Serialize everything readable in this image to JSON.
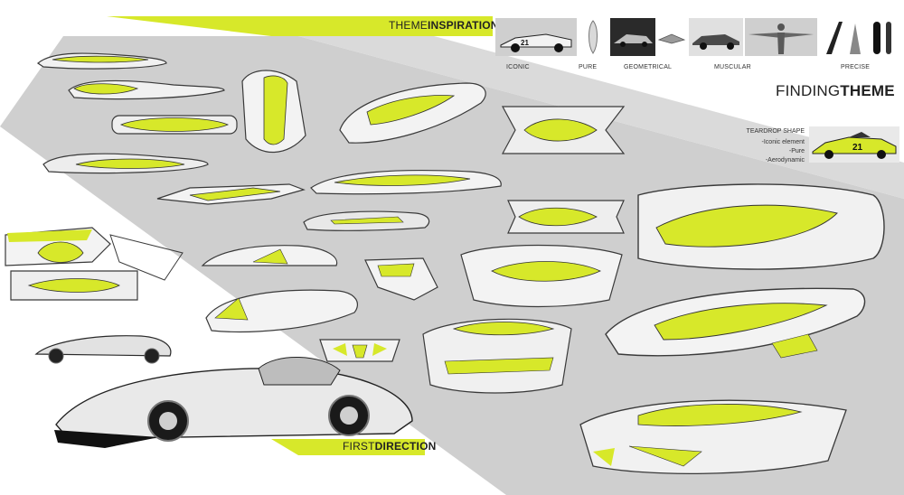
{
  "board": {
    "accent_color": "#d7e82a",
    "band_color": "#c9c9c9",
    "sketch_stroke_color": "#3a3a3a"
  },
  "theme_inspiration": {
    "title_light": "THEME",
    "title_bold": "INSPIRATION",
    "captions": [
      "ICONIC",
      "PURE",
      "GEOMETRICAL",
      "MUSCULAR",
      "PRECISE"
    ]
  },
  "finding_theme": {
    "title_light": "FINDING",
    "title_bold": "THEME",
    "heading": "TEARDROP SHAPE",
    "bullets": [
      "-Iconic element",
      "-Pure",
      "-Aerodynamic"
    ],
    "race_number": "21"
  },
  "first_direction": {
    "title_light": "FIRST",
    "title_bold": "DIRECTION"
  }
}
